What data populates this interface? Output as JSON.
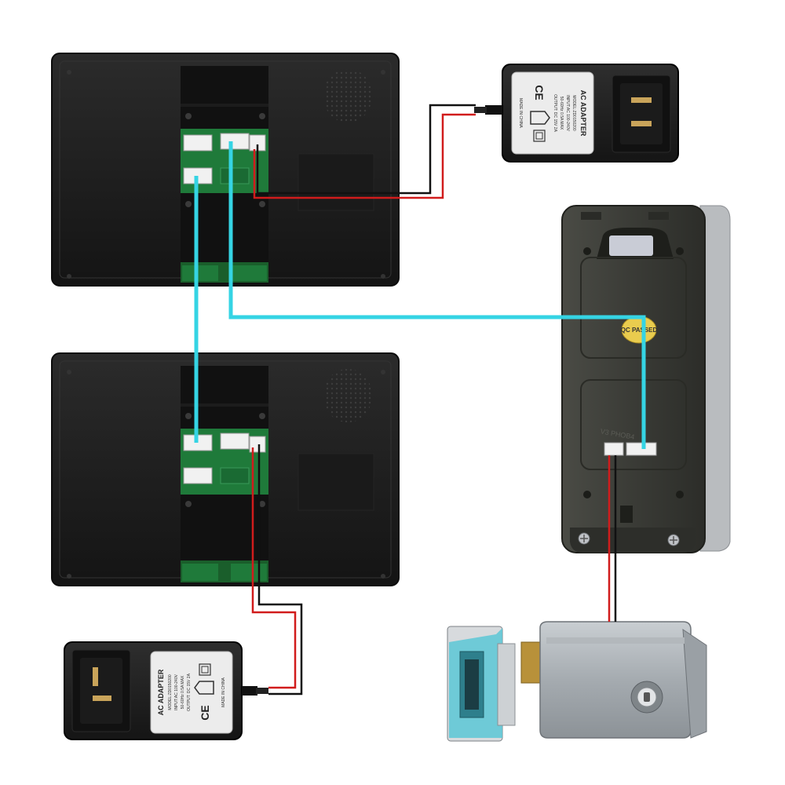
{
  "adapter_top": {
    "title": "AC ADAPTER",
    "model": "MODEL:ZD0150200",
    "input": "INPUT:AC 100-240V",
    "freq": "50-60Hz 0.5A MAX",
    "output": "OUTPUT: DC 15V 2A",
    "origin": "MADE IN CHINA",
    "ce": "CE"
  },
  "adapter_bottom": {
    "title": "AC ADAPTER",
    "model": "MODEL:ZD0150200",
    "input": "INPUT:AC 100-240V",
    "freq": "50-60Hz 0.5A MAX",
    "output": "OUTPUT: DC 15V 2A",
    "origin": "MADE IN CHINA",
    "ce": "CE"
  },
  "door_station": {
    "qc_sticker": "QC PASSED",
    "port_label": "V3 PHOB4"
  },
  "colors": {
    "signal_wire": "#35d4e4",
    "power_positive": "#d11c1c",
    "power_negative": "#111111",
    "monitor_body": "#1e1e1e",
    "pcb": "#1f7a3a",
    "lock_body": "#a8adb2",
    "strike_accent": "#5cc7d6"
  }
}
